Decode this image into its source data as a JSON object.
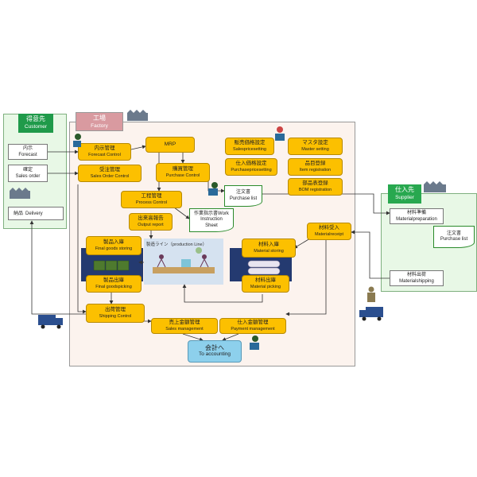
{
  "customer": {
    "title_jp": "得意先",
    "title_en": "Customer",
    "forecast_jp": "内示",
    "forecast_en": "Forecast",
    "order_jp": "確定",
    "order_en": "Sales order",
    "delivery_jp": "納品",
    "delivery_en": "Delivery"
  },
  "factory": {
    "title_jp": "工場",
    "title_en": "Factory"
  },
  "supplier": {
    "title_jp": "仕入先",
    "title_en": "Supplier",
    "prep_jp": "材料準備",
    "prep_en": "Materialpreparation",
    "list_jp": "注文書",
    "list_en": "Purchase list",
    "ship_jp": "材料出荷",
    "ship_en": "Materialshipping"
  },
  "boxes": {
    "forecast_jp": "内示管理",
    "forecast_en": "Forecast Control",
    "sales_order_jp": "受注管理",
    "sales_order_en": "Sales Order Control",
    "mrp": "MRP",
    "purchase_jp": "購買管理",
    "purchase_en": "Purchase Control",
    "process_jp": "工程管理",
    "process_en": "Process Control",
    "output_jp": "出来高報告",
    "output_en": "Output report",
    "price_jp": "販売価格設定",
    "price_en": "Salespricesetting",
    "master_jp": "マスタ設定",
    "master_en": "Master setting",
    "pprice_jp": "仕入価格設定",
    "pprice_en": "Purchasepricesetting",
    "item_jp": "品目登録",
    "item_en": "Item registration",
    "bom_jp": "部品表登録",
    "bom_en": "BOM registration",
    "fg_store_jp": "製品入庫",
    "fg_store_en": "Final goods storing",
    "fg_pick_jp": "製品出庫",
    "fg_pick_en": "Final goodspicking",
    "mat_store_jp": "材料入庫",
    "mat_store_en": "Material storing",
    "mat_pick_jp": "材料出庫",
    "mat_pick_en": "Material  picking",
    "mat_receipt_jp": "材料受入",
    "mat_receipt_en": "Materialreceipt",
    "shipping_jp": "出荷管理",
    "shipping_en": "Shipping  Control",
    "sales_mgmt_jp": "売上金額管理",
    "sales_mgmt_en": "Sales management",
    "pay_mgmt_jp": "仕入金額管理",
    "pay_mgmt_en": "Payment management",
    "accounting_jp": "会計へ",
    "accounting_en": "To accounting"
  },
  "docs": {
    "purchase_list_jp": "注文書",
    "purchase_list_en": "Purchase list",
    "work_jp": "作業指示書Work",
    "work_en1": "Instruction",
    "work_en2": "Sheet"
  },
  "production_line": "製造ライン（production  Line）",
  "colors": {
    "green_header": "#1f9a4a",
    "factory_header": "#d99aa0",
    "box_fill": "#fcc000",
    "panel_fill": "#e8f8e6",
    "factory_fill": "#fcf3ee",
    "supplier_header": "#28a84f",
    "accounting": "#8dd0ec"
  }
}
